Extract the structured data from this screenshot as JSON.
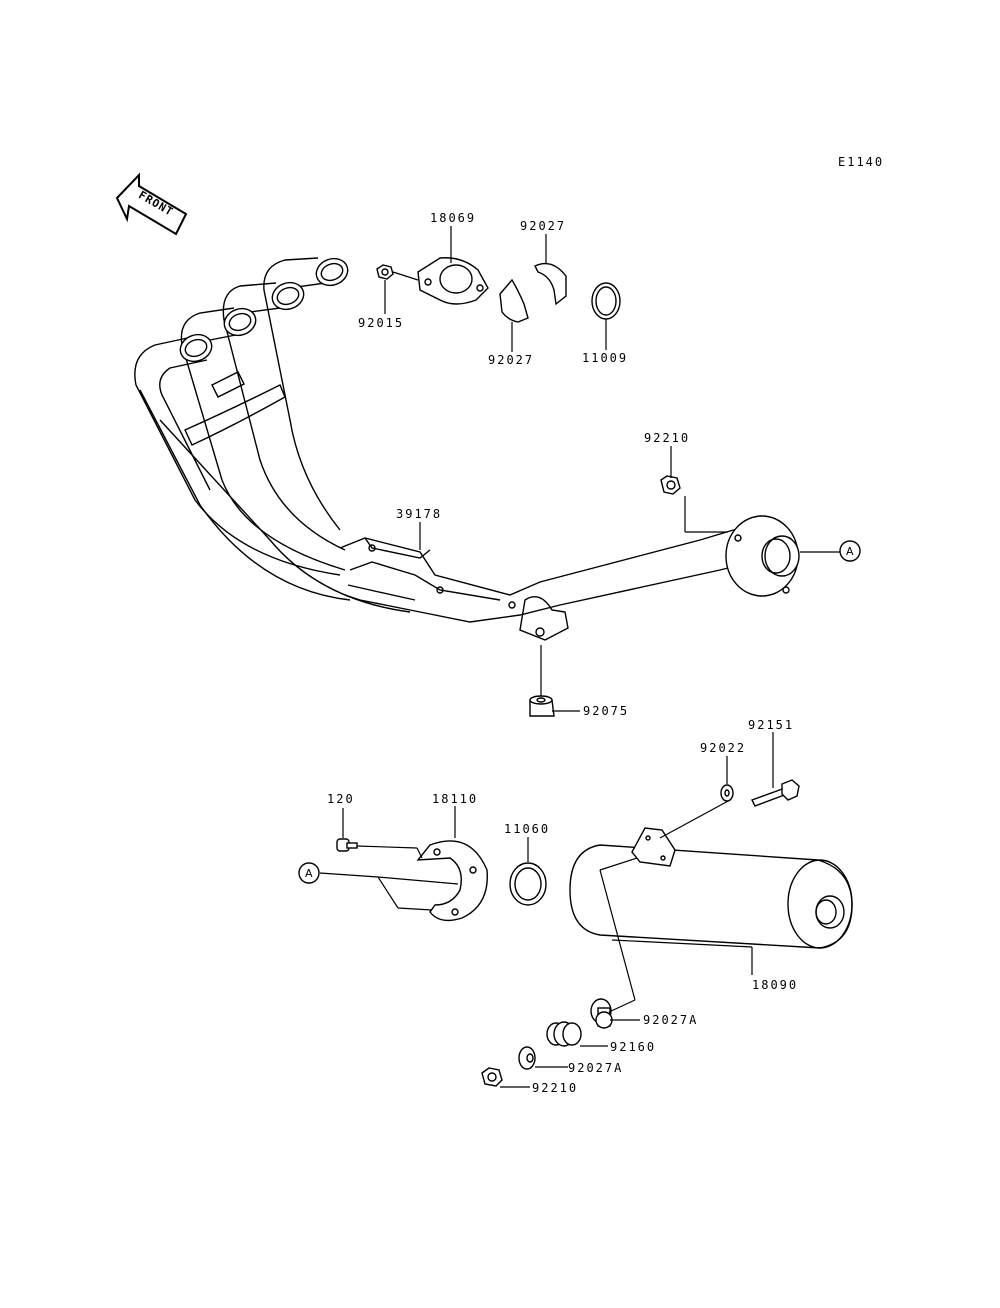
{
  "diagram_code": "E1140",
  "front_label": "FRONT",
  "reference_marker": "A",
  "part_labels": {
    "p18069": "18069",
    "p92027_top": "92027",
    "p92015": "92015",
    "p92027_bottom": "92027",
    "p11009": "11009",
    "p92210_top": "92210",
    "p39178": "39178",
    "p92075": "92075",
    "p92151": "92151",
    "p92022": "92022",
    "p120": "120",
    "p18110": "18110",
    "p11060": "11060",
    "p18090": "18090",
    "p92027A_1": "92027A",
    "p92160": "92160",
    "p92027A_2": "92027A",
    "p92210_bottom": "92210"
  }
}
